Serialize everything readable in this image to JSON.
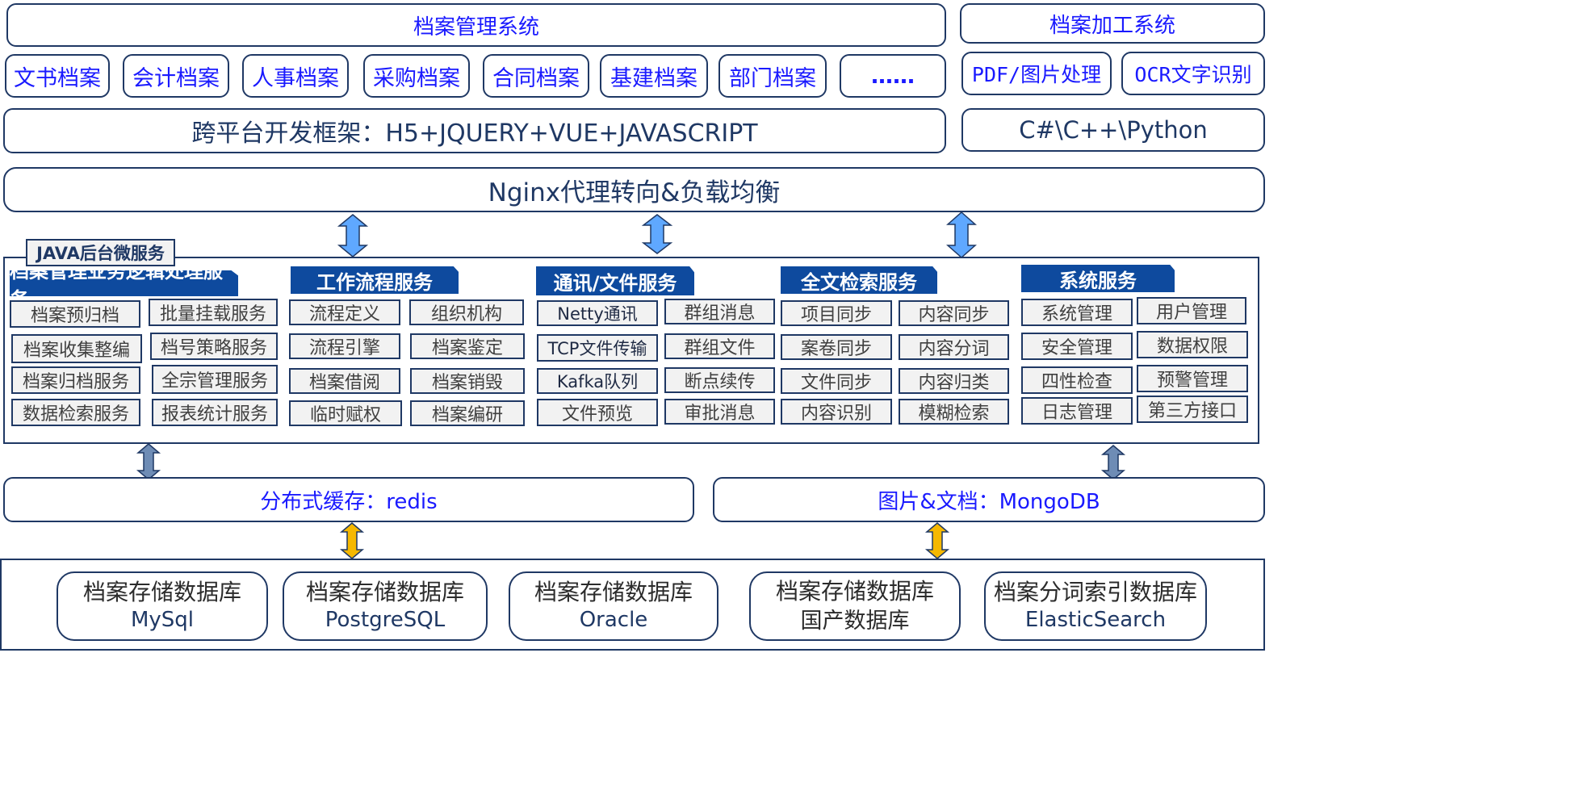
{
  "top": {
    "archive_system": "档案管理系统",
    "processing_system": "档案加工系统",
    "archive_types": [
      "文书档案",
      "会计档案",
      "人事档案",
      "采购档案",
      "合同档案",
      "基建档案",
      "部门档案",
      "……"
    ],
    "processing_items": [
      "PDF/图片处理",
      "OCR文字识别"
    ],
    "frontend_framework": "跨平台开发框架：H5+JQUERY+VUE+JAVASCRIPT",
    "processing_langs": "C#\\C++\\Python",
    "nginx": "Nginx代理转向&负载均衡"
  },
  "java": {
    "title": "JAVA后台微服务",
    "sections": [
      {
        "header": "档案管理业务逻辑处理服务",
        "items": [
          "档案预归档",
          "批量挂载服务",
          "档案收集整编",
          "档号策略服务",
          "档案归档服务",
          "全宗管理服务",
          "数据检索服务",
          "报表统计服务"
        ]
      },
      {
        "header": "工作流程服务",
        "items": [
          "流程定义",
          "组织机构",
          "流程引擎",
          "档案鉴定",
          "档案借阅",
          "档案销毁",
          "临时赋权",
          "档案编研"
        ]
      },
      {
        "header": "通讯/文件服务",
        "items": [
          "Netty通讯",
          "群组消息",
          "TCP文件传输",
          "群组文件",
          "Kafka队列",
          "断点续传",
          "文件预览",
          "审批消息"
        ]
      },
      {
        "header": "全文检索服务",
        "items": [
          "项目同步",
          "内容同步",
          "案卷同步",
          "内容分词",
          "文件同步",
          "内容归类",
          "内容识别",
          "模糊检索"
        ]
      },
      {
        "header": "系统服务",
        "items": [
          "系统管理",
          "用户管理",
          "安全管理",
          "数据权限",
          "四性检查",
          "预警管理",
          "日志管理",
          "第三方接口"
        ]
      }
    ]
  },
  "storage": {
    "cache": "分布式缓存：redis",
    "docs": "图片&文档：MongoDB"
  },
  "databases": [
    {
      "line1": "档案存储数据库",
      "line2": "MySql"
    },
    {
      "line1": "档案存储数据库",
      "line2": "PostgreSQL"
    },
    {
      "line1": "档案存储数据库",
      "line2": "Oracle"
    },
    {
      "line1": "档案存储数据库",
      "line2": "国产数据库"
    },
    {
      "line1": "档案分词索引数据库",
      "line2": "ElasticSearch"
    }
  ],
  "colors": {
    "border": "#1f3864",
    "header_fill": "#0e4a9e",
    "arrow_light_blue": "#5fa8ff",
    "arrow_slate": "#6e8cb5",
    "arrow_gold": "#f5b800",
    "label_blue": "#1a1aff"
  }
}
